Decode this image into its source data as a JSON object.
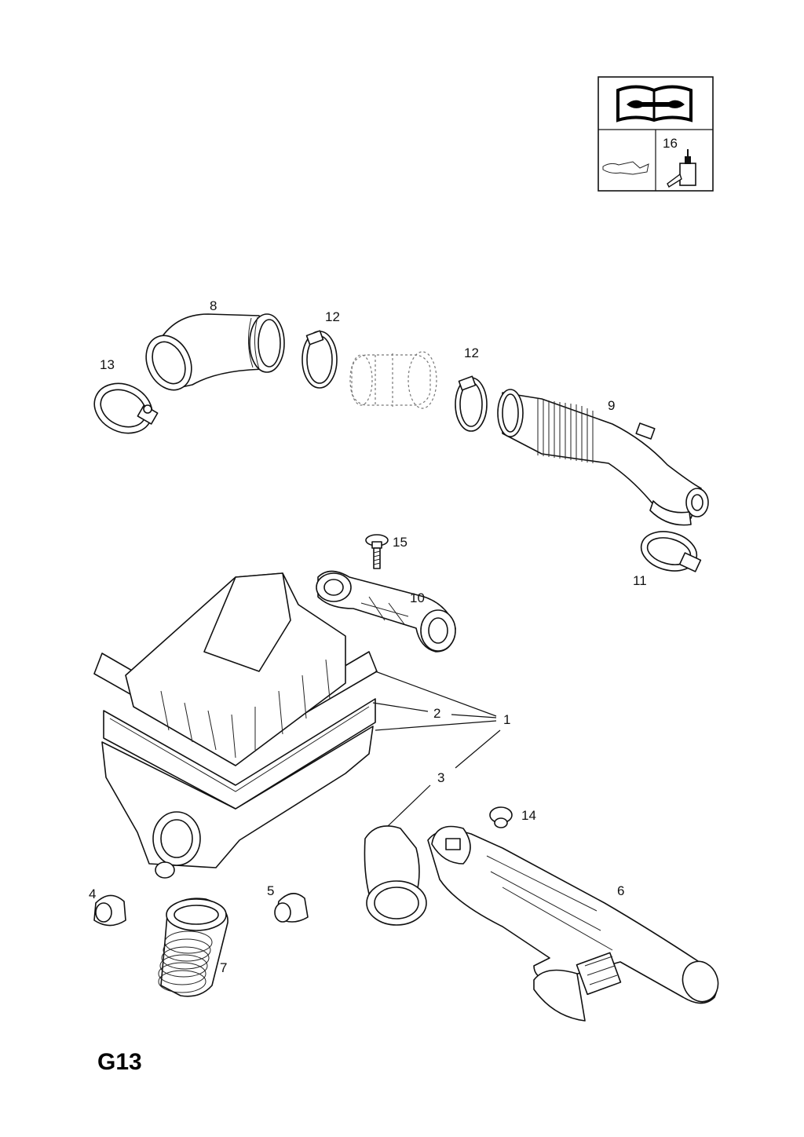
{
  "diagram": {
    "page_code": "G13",
    "legend_box": {
      "tool_cell_label": "16"
    },
    "callouts": {
      "c1": "1",
      "c2": "2",
      "c3": "3",
      "c4": "4",
      "c5": "5",
      "c6": "6",
      "c7": "7",
      "c8": "8",
      "c9": "9",
      "c10": "10",
      "c11": "11",
      "c12a": "12",
      "c12b": "12",
      "c13": "13",
      "c14": "14",
      "c15": "15"
    }
  }
}
